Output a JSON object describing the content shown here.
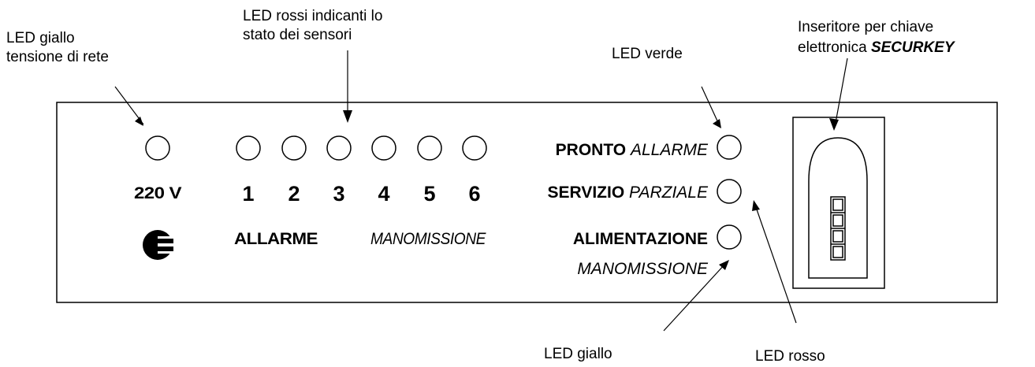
{
  "callouts": {
    "led_giallo_rete": [
      "LED giallo",
      "tensione di rete"
    ],
    "led_rossi_sensori": [
      "LED rossi indicanti lo",
      "stato dei sensori"
    ],
    "led_verde": "LED verde",
    "inseritore": {
      "line1": "Inseritore per chiave",
      "line2_prefix": "elettronica ",
      "line2_brand": "SECURKEY"
    },
    "led_giallo_bottom": "LED giallo",
    "led_rosso_bottom": "LED rosso"
  },
  "panel": {
    "voltage_label": "220 V",
    "sensor_numbers": [
      "1",
      "2",
      "3",
      "4",
      "5",
      "6"
    ],
    "allarme_label": "ALLARME",
    "manomissione_label": "MANOMISSIONE",
    "status_rows": [
      {
        "bold": "PRONTO",
        "italic": "ALLARME"
      },
      {
        "bold": "SERVIZIO",
        "italic": "PARZIALE"
      },
      {
        "bold": "ALIMENTAZIONE",
        "italic": "MANOMISSIONE"
      }
    ],
    "logo_icon": "circle-e-logo-icon",
    "key_slot_icon": "securkey-slot-icon"
  },
  "colors": {
    "ink": "#000000",
    "background": "#ffffff"
  }
}
